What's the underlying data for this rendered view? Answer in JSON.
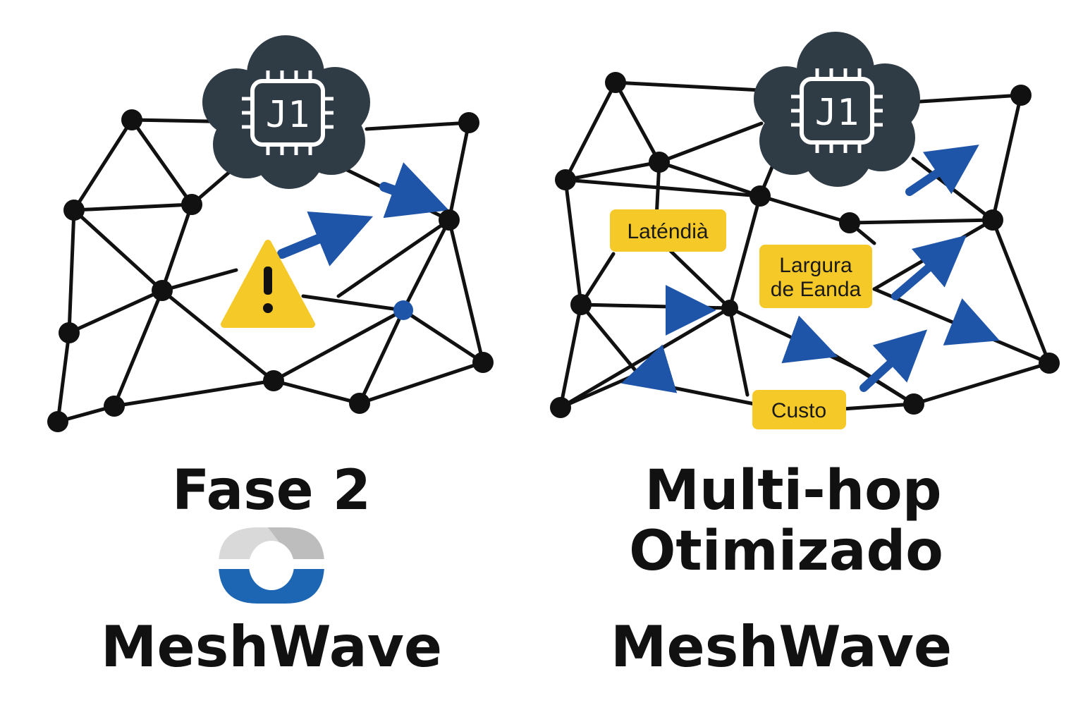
{
  "left_panel": {
    "chip_text": "J1",
    "title": "Fase 2",
    "brand": "MeshWave"
  },
  "right_panel": {
    "chip_text": "J1",
    "title_line1": "Multi-hop",
    "title_line2": "Otimizado",
    "brand": "MeshWave",
    "labels": {
      "latency": "Laténdià",
      "bandwidth_line1": "Largura",
      "bandwidth_line2": "de Eanda",
      "cost": "Custo"
    }
  },
  "colors": {
    "node": "#111111",
    "cloud": "#2f3b45",
    "arrow": "#1f55a8",
    "warning": "#f5c928",
    "label_bg": "#f5c928",
    "logo_blue": "#1d66b3",
    "logo_grey": "#d9d9d9"
  }
}
